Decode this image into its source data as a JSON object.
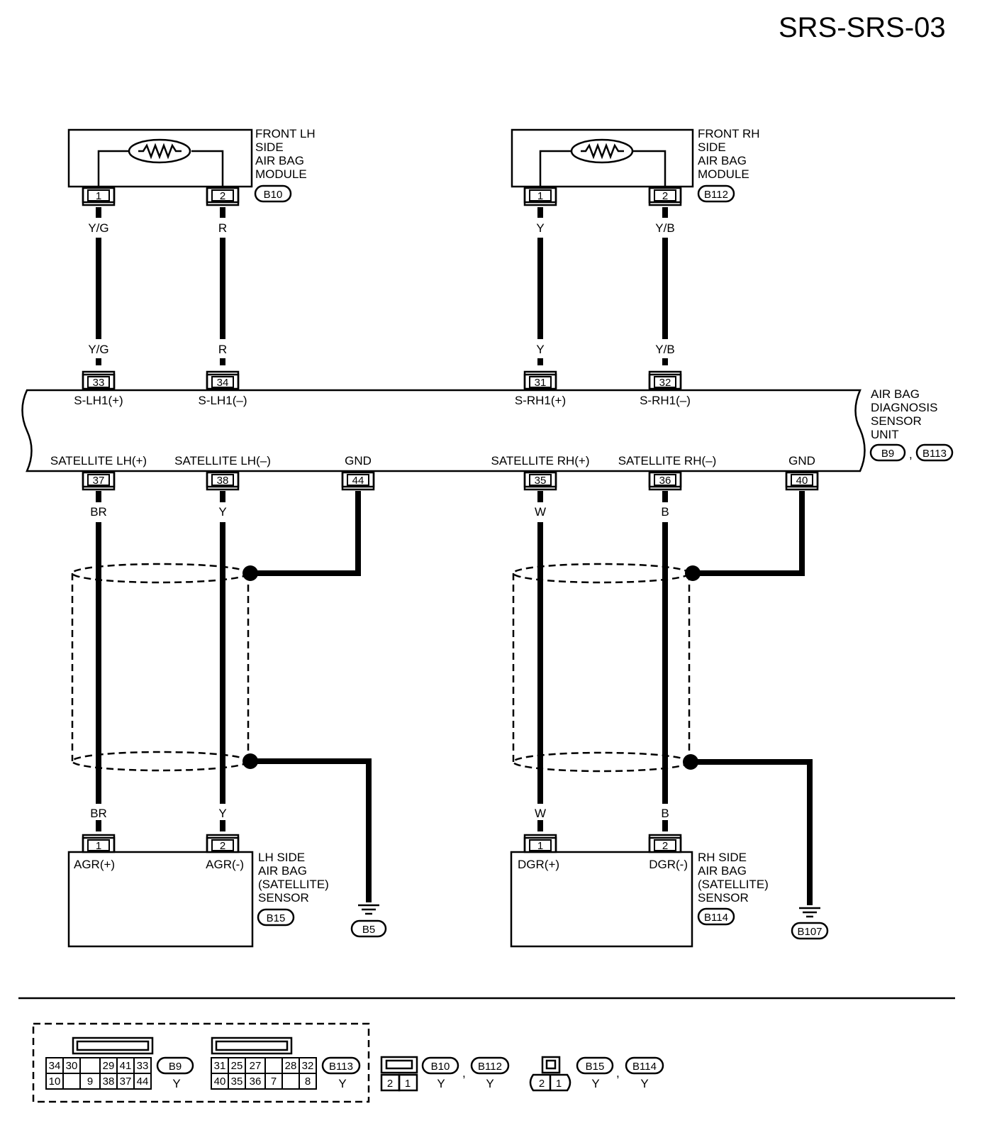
{
  "title": "SRS-SRS-03",
  "front_lh": {
    "name": [
      "FRONT LH",
      "SIDE",
      "AIR BAG",
      "MODULE"
    ],
    "connector": "B10",
    "pins": [
      "1",
      "2"
    ],
    "wires_top": [
      "Y/G",
      "R"
    ],
    "wires_bottom": [
      "Y/G",
      "R"
    ]
  },
  "front_rh": {
    "name": [
      "FRONT RH",
      "SIDE",
      "AIR BAG",
      "MODULE"
    ],
    "connector": "B112",
    "pins": [
      "1",
      "2"
    ],
    "wires_top": [
      "Y",
      "Y/B"
    ],
    "wires_bottom": [
      "Y",
      "Y/B"
    ]
  },
  "unit": {
    "name": [
      "AIR BAG",
      "DIAGNOSIS",
      "SENSOR",
      "UNIT"
    ],
    "connectors": [
      "B9",
      "B113"
    ],
    "top_pins": [
      {
        "pin": "33",
        "label": "S-LH1(+)"
      },
      {
        "pin": "34",
        "label": "S-LH1(–)"
      },
      {
        "pin": "31",
        "label": "S-RH1(+)"
      },
      {
        "pin": "32",
        "label": "S-RH1(–)"
      }
    ],
    "bottom_pins": [
      {
        "pin": "37",
        "label": "SATELLITE LH(+)",
        "wire": "BR"
      },
      {
        "pin": "38",
        "label": "SATELLITE LH(–)",
        "wire": "Y"
      },
      {
        "pin": "44",
        "label": "GND",
        "wire": ""
      },
      {
        "pin": "35",
        "label": "SATELLITE RH(+)",
        "wire": "W"
      },
      {
        "pin": "36",
        "label": "SATELLITE RH(–)",
        "wire": "B"
      },
      {
        "pin": "40",
        "label": "GND",
        "wire": ""
      }
    ]
  },
  "lh_sensor": {
    "name": [
      "LH SIDE",
      "AIR BAG",
      "(SATELLITE)",
      "SENSOR"
    ],
    "connector": "B15",
    "pins": [
      {
        "pin": "1",
        "label": "AGR(+)",
        "wire": "BR"
      },
      {
        "pin": "2",
        "label": "AGR(-)",
        "wire": "Y"
      }
    ],
    "ground": "B5"
  },
  "rh_sensor": {
    "name": [
      "RH SIDE",
      "AIR BAG",
      "(SATELLITE)",
      "SENSOR"
    ],
    "connector": "B114",
    "pins": [
      {
        "pin": "1",
        "label": "DGR(+)",
        "wire": "W"
      },
      {
        "pin": "2",
        "label": "DGR(-)",
        "wire": "B"
      }
    ],
    "ground": "B107"
  },
  "legend": {
    "b9": {
      "id": "B9",
      "color": "Y",
      "row1": [
        "34",
        "30",
        "",
        "29",
        "41",
        "33"
      ],
      "row2": [
        "10",
        "",
        "9",
        "38",
        "37",
        "44"
      ]
    },
    "b113": {
      "id": "B113",
      "color": "Y",
      "row1": [
        "31",
        "25",
        "27",
        "",
        "28",
        "32"
      ],
      "row2": [
        "40",
        "35",
        "36",
        "7",
        "",
        "8"
      ]
    },
    "b10_group": {
      "ids": [
        "B10",
        "B112"
      ],
      "colors": [
        "Y",
        "Y"
      ],
      "pins": [
        "2",
        "1"
      ],
      "sep": ","
    },
    "b15_group": {
      "ids": [
        "B15",
        "B114"
      ],
      "colors": [
        "Y",
        "Y"
      ],
      "pins": [
        "2",
        "1"
      ],
      "sep": ","
    }
  }
}
